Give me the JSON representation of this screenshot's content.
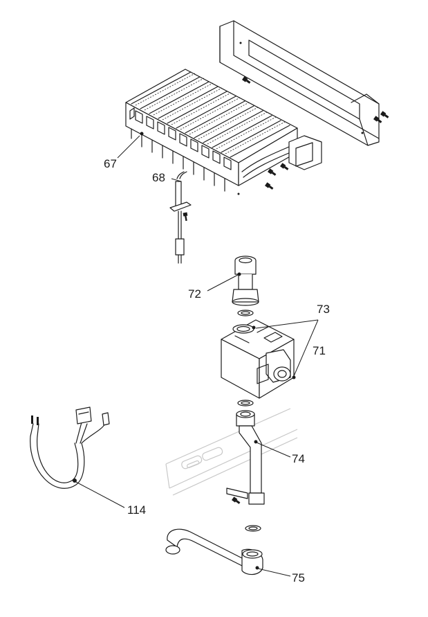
{
  "callouts": {
    "c67": "67",
    "c68": "68",
    "c72": "72",
    "c73": "73",
    "c71": "71",
    "c74": "74",
    "c75": "75",
    "c114": "114"
  }
}
